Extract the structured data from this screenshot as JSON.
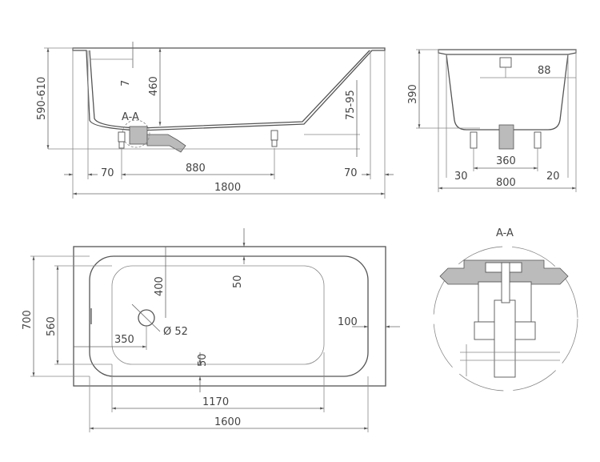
{
  "side_view": {
    "height": "590-610",
    "overflow_depth": "7",
    "depth": "460",
    "section_marker": "A-A",
    "slope_offset": "75-95",
    "left_offset": "70",
    "leg_spacing": "880",
    "right_offset": "70",
    "length": "1800"
  },
  "end_view": {
    "depth": "390",
    "drain_offset": "88",
    "leg_spacing": "360",
    "left_offset": "30",
    "width": "800",
    "right_offset": "20"
  },
  "top_view": {
    "width": "700",
    "inner_width": "560",
    "drain_y": "400",
    "top_margin": "50",
    "right_margin": "100",
    "drain_diameter": "Ø 52",
    "drain_x": "350",
    "bottom_margin": "50",
    "inner_length": "1170",
    "outer_length": "1600"
  },
  "detail": {
    "title": "A-A"
  }
}
